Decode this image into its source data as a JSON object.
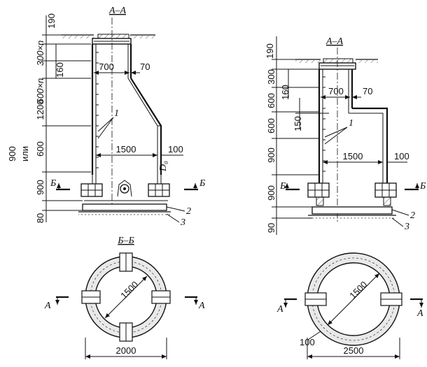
{
  "left_section": {
    "title": "А–А",
    "dims_vertical": [
      "190",
      "300×n",
      "160",
      "600×n",
      "1200",
      "600",
      "900",
      "80"
    ],
    "alt_label": "900",
    "alt_word": "или",
    "dims_horizontal": [
      "700",
      "70",
      "1500",
      "100"
    ],
    "pipe_label": "D₀",
    "part_callouts": [
      "1",
      "2",
      "3"
    ],
    "cut_label": "Б"
  },
  "right_section": {
    "title": "А–А",
    "dims_vertical": [
      "190",
      "300",
      "160",
      "600",
      "150",
      "600",
      "900",
      "900",
      "90"
    ],
    "dims_horizontal": [
      "700",
      "70",
      "1500",
      "100"
    ],
    "part_callouts": [
      "1",
      "2",
      "3"
    ],
    "cut_label": "Б"
  },
  "left_plan": {
    "title": "Б–Б",
    "diag_dim": "1500",
    "width_dim": "2000",
    "cut_label": "А"
  },
  "right_plan": {
    "diag_dim": "1500",
    "small_dim": "100",
    "width_dim": "2500",
    "cut_label": "А"
  }
}
